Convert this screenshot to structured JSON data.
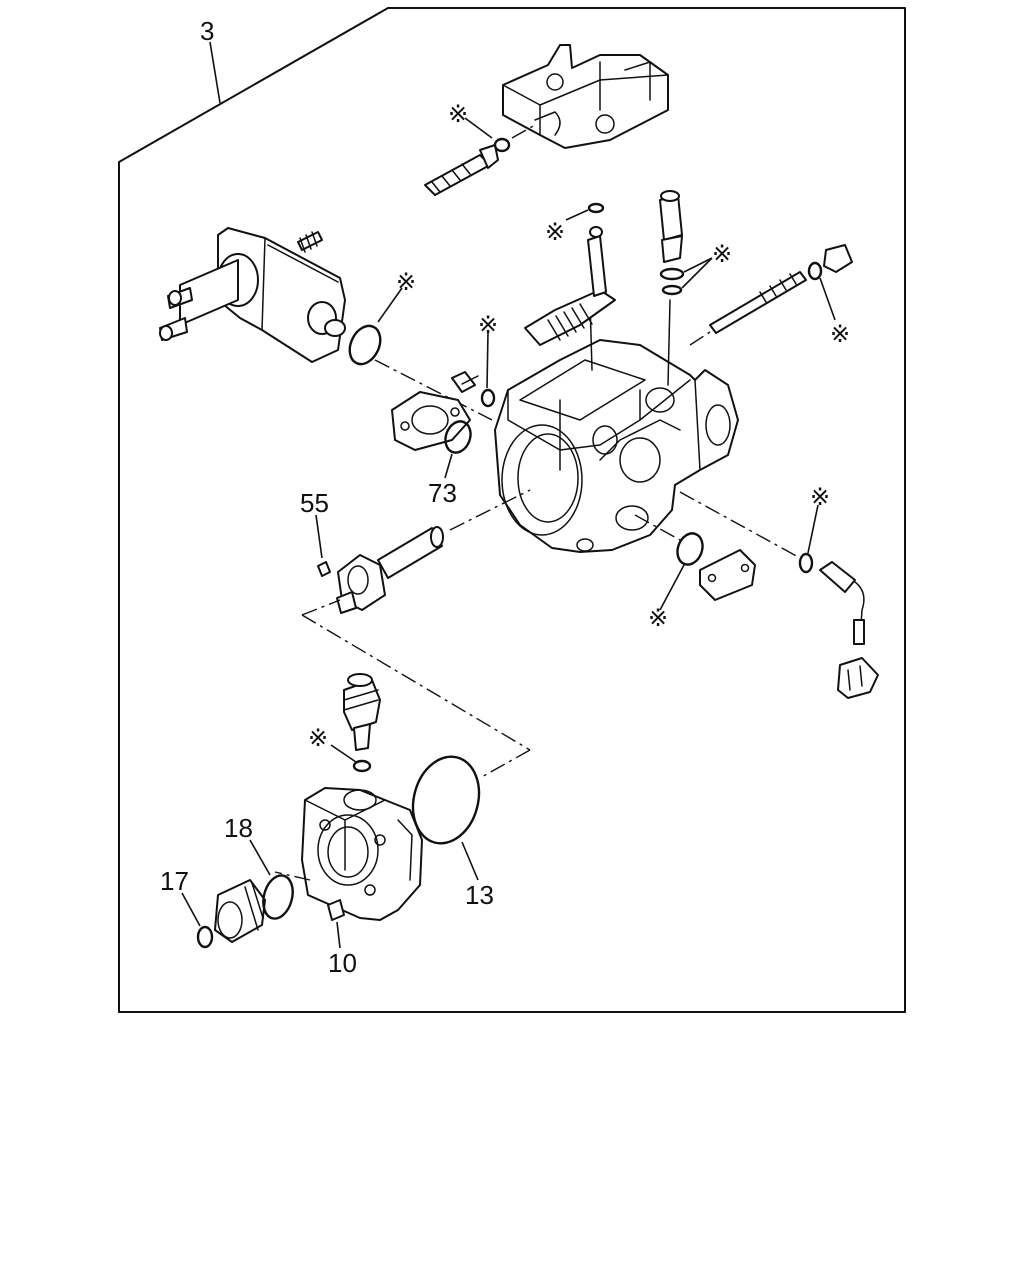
{
  "diagram": {
    "callouts": {
      "c3": "3",
      "c73": "73",
      "c55": "55",
      "c18": "18",
      "c17": "17",
      "c13": "13",
      "c10": "10"
    },
    "seal_mark": "※"
  }
}
